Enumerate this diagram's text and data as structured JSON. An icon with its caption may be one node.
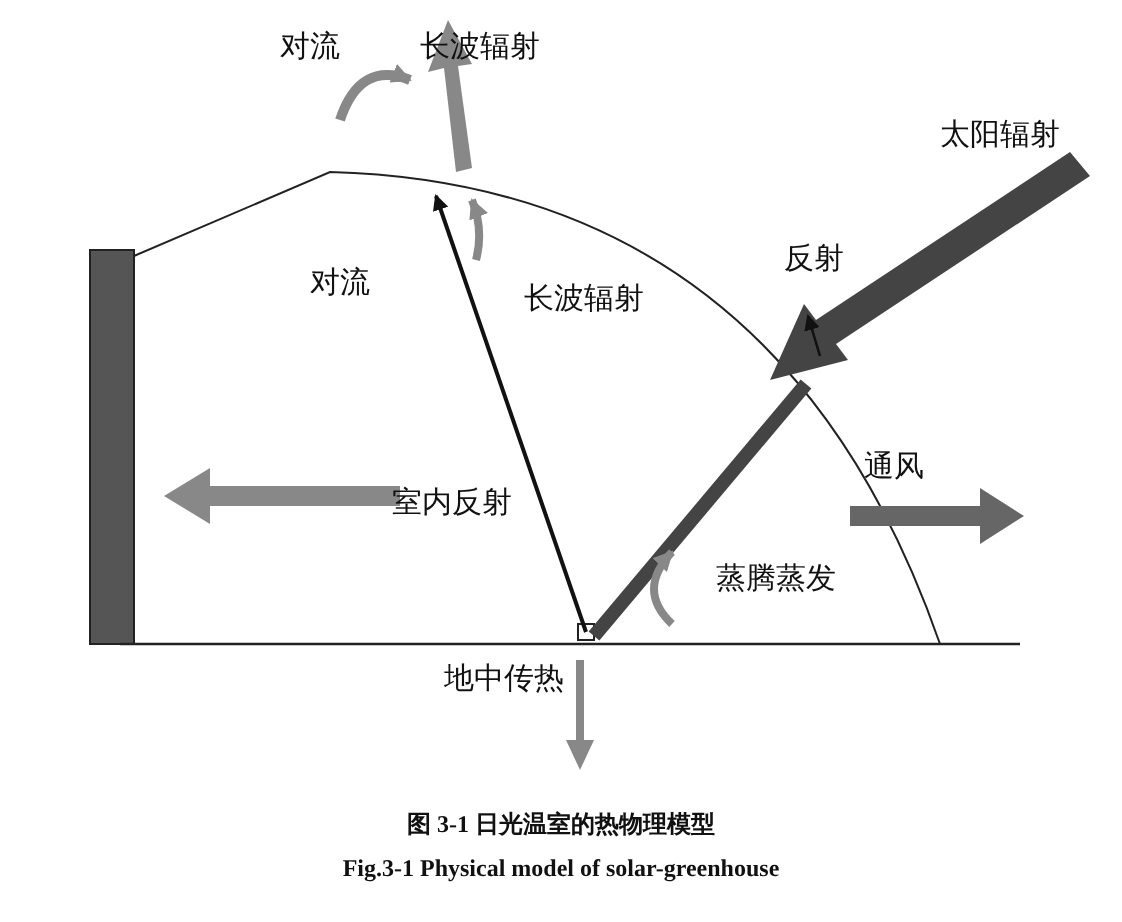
{
  "diagram": {
    "caption": "图 3-1 日光温室的热物理模型",
    "labels": [
      "对流",
      "长波辐射",
      "对流",
      "长波辐射",
      "太阳辐射",
      "反射",
      "通风",
      "室内反射",
      "蒸腾蒸发",
      "地中传热",
      "Fig.3-1 Physical model of solar-greenhouse"
    ]
  }
}
